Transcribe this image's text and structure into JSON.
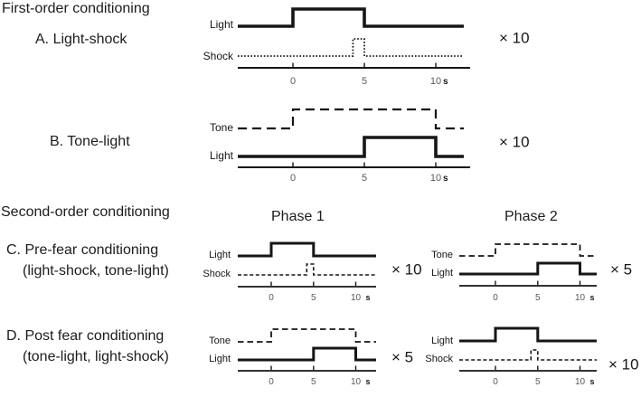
{
  "canvas": {
    "background": "#ffffff",
    "ink": "#161616",
    "tick_color": "#595959"
  },
  "headings": {
    "first_order": "First-order conditioning",
    "second_order": "Second-order conditioning",
    "phase1": "Phase 1",
    "phase2": "Phase 2"
  },
  "panel_labels": {
    "a": {
      "title": "A. Light-shock"
    },
    "b": {
      "title": "B. Tone-light"
    },
    "c": {
      "title": "C. Pre-fear conditioning",
      "subtitle": "(light-shock, tone-light)"
    },
    "d": {
      "title": "D. Post fear conditioning",
      "subtitle": "(tone-light, light-shock)"
    }
  },
  "chart_data": [
    {
      "id": "A",
      "type": "line",
      "section": "First-order conditioning",
      "panel": "A. Light-shock",
      "phase": null,
      "repetitions": "× 10",
      "x_unit": "s",
      "x_ticks": [
        0,
        5,
        10
      ],
      "x_range": [
        -3.9,
        12.4
      ],
      "traces": [
        {
          "label": "Light",
          "line_style": "solid",
          "on": 0,
          "off": 5
        },
        {
          "label": "Shock",
          "line_style": "dot",
          "on": 4.2,
          "off": 5
        }
      ]
    },
    {
      "id": "B",
      "type": "line",
      "section": "First-order conditioning",
      "panel": "B. Tone-light",
      "phase": null,
      "repetitions": "× 10",
      "x_unit": "s",
      "x_ticks": [
        0,
        5,
        10
      ],
      "x_range": [
        -3.9,
        12.4
      ],
      "traces": [
        {
          "label": "Tone",
          "line_style": "long-dash",
          "on": 0,
          "off": 10
        },
        {
          "label": "Light",
          "line_style": "solid",
          "on": 5,
          "off": 10
        }
      ]
    },
    {
      "id": "C1",
      "type": "line",
      "section": "Second-order conditioning",
      "panel": "C. Pre-fear conditioning",
      "phase": "Phase 1",
      "repetitions": "× 10",
      "x_unit": "s",
      "x_ticks": [
        0,
        5,
        10
      ],
      "x_range": [
        -4,
        12.4
      ],
      "traces": [
        {
          "label": "Light",
          "line_style": "solid",
          "on": 0,
          "off": 5
        },
        {
          "label": "Shock",
          "line_style": "short-dash",
          "on": 4.2,
          "off": 5
        }
      ]
    },
    {
      "id": "C2",
      "type": "line",
      "section": "Second-order conditioning",
      "panel": "C. Pre-fear conditioning",
      "phase": "Phase 2",
      "repetitions": "× 5",
      "x_unit": "s",
      "x_ticks": [
        0,
        5,
        10
      ],
      "x_range": [
        -4,
        12.4
      ],
      "traces": [
        {
          "label": "Tone",
          "line_style": "long-dash",
          "on": 0,
          "off": 10
        },
        {
          "label": "Light",
          "line_style": "solid",
          "on": 5,
          "off": 10
        }
      ]
    },
    {
      "id": "D1",
      "type": "line",
      "section": "Second-order conditioning",
      "panel": "D. Post fear conditioning",
      "phase": "Phase 1",
      "repetitions": "× 5",
      "x_unit": "s",
      "x_ticks": [
        0,
        5,
        10
      ],
      "x_range": [
        -4,
        12.4
      ],
      "traces": [
        {
          "label": "Tone",
          "line_style": "long-dash",
          "on": 0,
          "off": 10
        },
        {
          "label": "Light",
          "line_style": "solid",
          "on": 5,
          "off": 10
        }
      ]
    },
    {
      "id": "D2",
      "type": "line",
      "section": "Second-order conditioning",
      "panel": "D. Post fear conditioning",
      "phase": "Phase 2",
      "repetitions": "× 10",
      "x_unit": "s",
      "x_ticks": [
        0,
        5,
        10
      ],
      "x_range": [
        -4,
        12.4
      ],
      "traces": [
        {
          "label": "Light",
          "line_style": "solid",
          "on": 0,
          "off": 5
        },
        {
          "label": "Shock",
          "line_style": "short-dash",
          "on": 4.2,
          "off": 5
        }
      ]
    }
  ]
}
